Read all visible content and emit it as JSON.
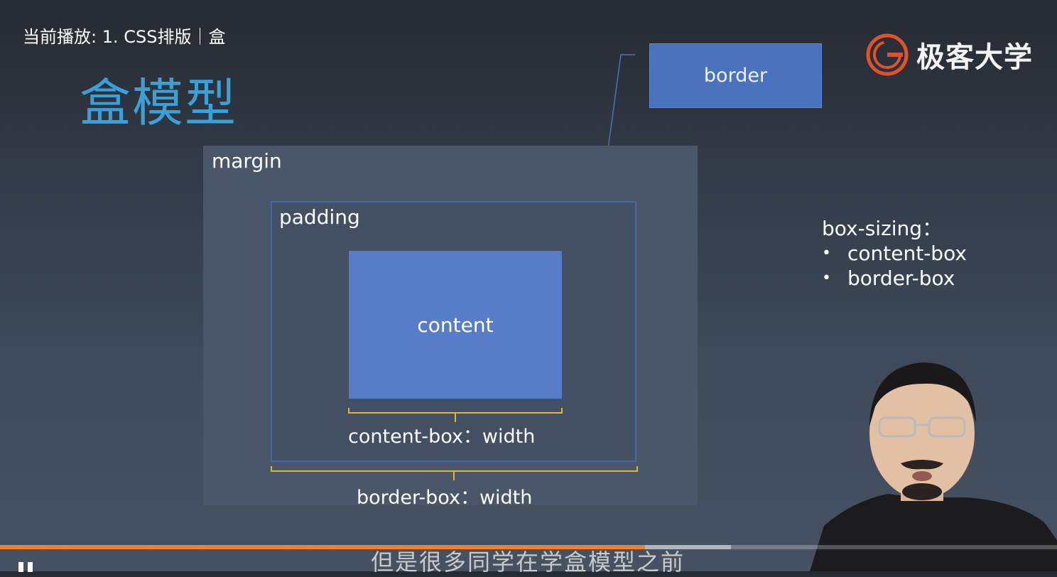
{
  "player": {
    "now_playing": "当前播放: 1. CSS排版｜盒",
    "subtitle": "但是很多同学在学盒模型之前",
    "progress_played": 0.6102,
    "progress_buffered": 0.6915,
    "progress_color": "#f07f2e"
  },
  "logo": {
    "text": "极客大学",
    "color": "#e0532a"
  },
  "slide": {
    "title": "盒模型",
    "title_color": "#3aa0d8",
    "border_label": "border",
    "margin_label": "margin",
    "padding_label": "padding",
    "content_label": "content",
    "content_box_width_label": "content-box：width",
    "border_box_width_label": "border-box：width",
    "box_sizing": {
      "heading": "box-sizing：",
      "items": [
        "content-box",
        "border-box"
      ]
    },
    "colors": {
      "content": "#577dc8",
      "border": "#4a72bd",
      "brace": "#e4b42f"
    }
  }
}
